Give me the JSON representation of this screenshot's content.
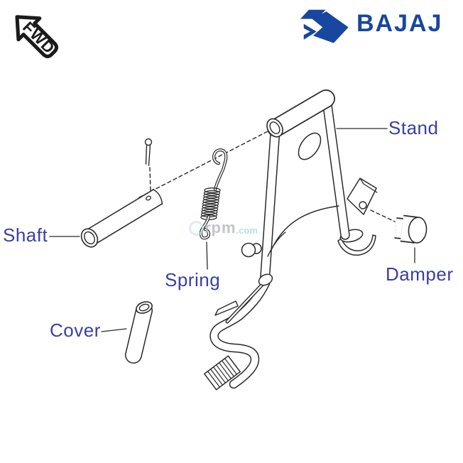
{
  "badge": {
    "text": "FWD"
  },
  "brand": {
    "name": "BAJAJ",
    "color": "#17479e"
  },
  "watermark": {
    "main": "rpm",
    "suffix": ".com"
  },
  "diagram": {
    "label_color": "#3a3fa0",
    "line_color": "#2a2a2a",
    "labels": {
      "stand": "Stand",
      "shaft": "Shaft",
      "spring": "Spring",
      "damper": "Damper",
      "cover": "Cover"
    }
  }
}
